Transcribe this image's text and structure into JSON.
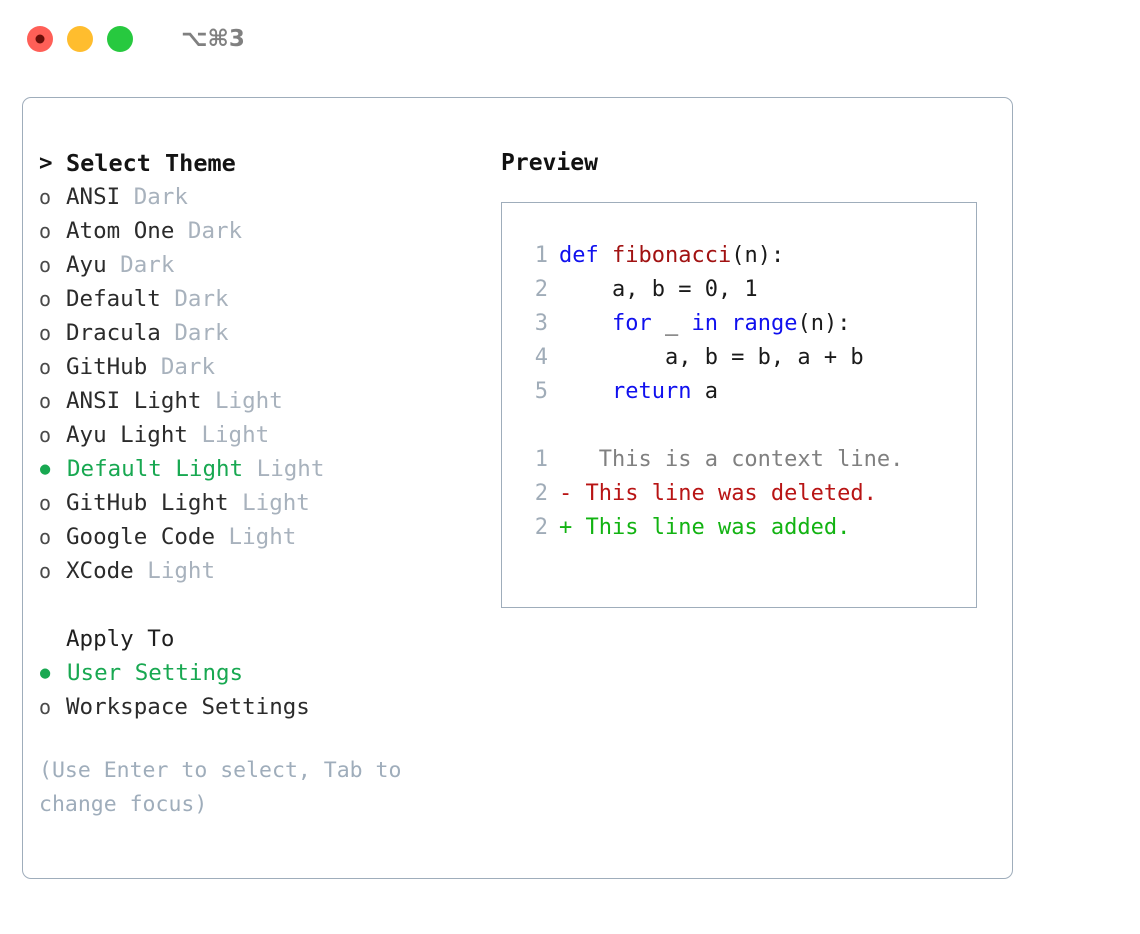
{
  "titlebar": {
    "shortcut": "⌥⌘3",
    "lights": [
      {
        "name": "close",
        "color": "#ff5f57"
      },
      {
        "name": "minimize",
        "color": "#ffbd2e"
      },
      {
        "name": "maximize",
        "color": "#27c93f"
      }
    ]
  },
  "theme_picker": {
    "header": "Select Theme",
    "header_marker": ">",
    "bullet_selected": "●",
    "bullet_unselected": "o",
    "items": [
      {
        "name": "ANSI",
        "suffix": "Dark",
        "selected": false
      },
      {
        "name": "Atom One",
        "suffix": "Dark",
        "selected": false
      },
      {
        "name": "Ayu",
        "suffix": "Dark",
        "selected": false
      },
      {
        "name": "Default",
        "suffix": "Dark",
        "selected": false
      },
      {
        "name": "Dracula",
        "suffix": "Dark",
        "selected": false
      },
      {
        "name": "GitHub",
        "suffix": "Dark",
        "selected": false
      },
      {
        "name": "ANSI Light",
        "suffix": "Light",
        "selected": false
      },
      {
        "name": "Ayu Light",
        "suffix": "Light",
        "selected": false
      },
      {
        "name": "Default Light",
        "suffix": "Light",
        "selected": true
      },
      {
        "name": "GitHub Light",
        "suffix": "Light",
        "selected": false
      },
      {
        "name": "Google Code",
        "suffix": "Light",
        "selected": false
      },
      {
        "name": "XCode",
        "suffix": "Light",
        "selected": false
      }
    ]
  },
  "apply_to": {
    "label": "Apply To",
    "items": [
      {
        "name": "User Settings",
        "selected": true
      },
      {
        "name": "Workspace Settings",
        "selected": false
      }
    ]
  },
  "hint": "(Use Enter to select, Tab to change focus)",
  "preview": {
    "title": "Preview",
    "code_lines": [
      {
        "num": "1",
        "tokens": [
          {
            "t": "def ",
            "k": "kw"
          },
          {
            "t": "fibonacci",
            "k": "fn"
          },
          {
            "t": "(n):",
            "k": "punc"
          }
        ]
      },
      {
        "num": "2",
        "tokens": [
          {
            "t": "    a, b = 0, 1",
            "k": "plain"
          }
        ]
      },
      {
        "num": "3",
        "tokens": [
          {
            "t": "    ",
            "k": "plain"
          },
          {
            "t": "for",
            "k": "kw"
          },
          {
            "t": " _ ",
            "k": "plain"
          },
          {
            "t": "in",
            "k": "kw"
          },
          {
            "t": " ",
            "k": "plain"
          },
          {
            "t": "range",
            "k": "kw"
          },
          {
            "t": "(n):",
            "k": "punc"
          }
        ]
      },
      {
        "num": "4",
        "tokens": [
          {
            "t": "        a, b = b, a + b",
            "k": "plain"
          }
        ]
      },
      {
        "num": "5",
        "tokens": [
          {
            "t": "    ",
            "k": "plain"
          },
          {
            "t": "return",
            "k": "kw"
          },
          {
            "t": " a",
            "k": "plain"
          }
        ]
      }
    ],
    "diff_lines": [
      {
        "num": "1",
        "sign": " ",
        "text": "  This is a context line.",
        "kind": "ctx"
      },
      {
        "num": "2",
        "sign": "-",
        "text": " This line was deleted.",
        "kind": "del"
      },
      {
        "num": "2",
        "sign": "+",
        "text": " This line was added.",
        "kind": "add"
      }
    ]
  },
  "colors": {
    "accent_green": "#18a851",
    "muted": "#a8b2bd",
    "border": "#9fadbb",
    "keyword": "#1010ee",
    "function": "#a11212",
    "diff_delete": "#b81414",
    "diff_add": "#12b312",
    "diff_context": "#808080"
  }
}
